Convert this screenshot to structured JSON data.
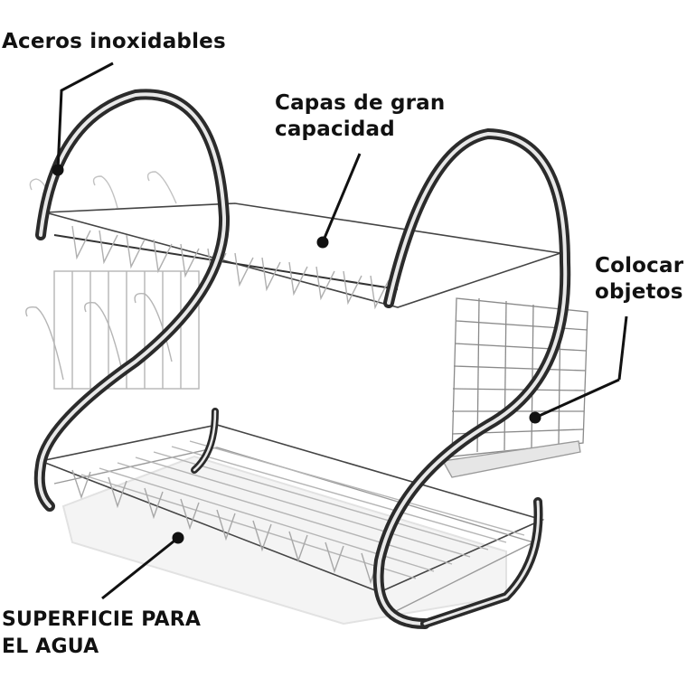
{
  "product": {
    "type": "dish-drying-rack",
    "tiers": 2
  },
  "callouts": [
    {
      "id": "steel",
      "lines": [
        "Aceros inoxidables"
      ]
    },
    {
      "id": "layers",
      "lines": [
        "Capas de gran",
        "capacidad"
      ]
    },
    {
      "id": "place",
      "lines": [
        "Colocar",
        "objetos"
      ]
    },
    {
      "id": "water",
      "lines": [
        "SUPERFICIE PARA",
        "EL AGUA"
      ]
    }
  ],
  "colors": {
    "background": "#ffffff",
    "text": "#111111",
    "chrome_dark": "#2b2b2b",
    "chrome_mid": "#8a8a8a",
    "chrome_light": "#d8d8d8",
    "tray": "#f2f2f2"
  }
}
